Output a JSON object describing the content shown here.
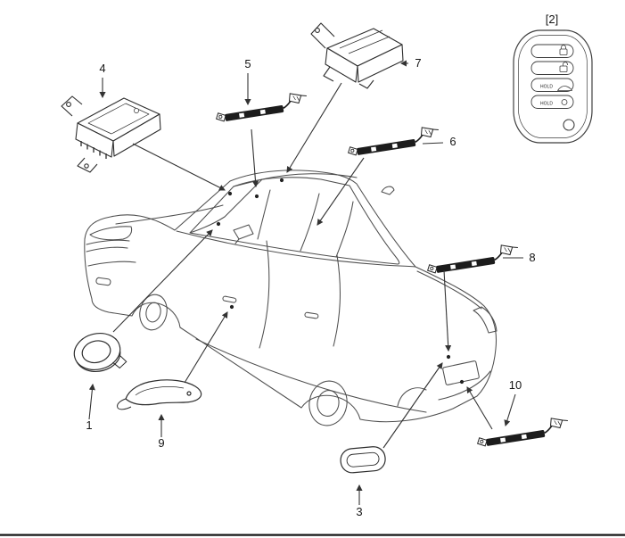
{
  "figure": {
    "background_color": "#ffffff",
    "car_line_color": "#4f4f4f",
    "component_line_color": "#2d2d2d",
    "leader_line_color": "#333333",
    "callout_labels": {
      "item1": "1",
      "item2": "[2]",
      "item3": "3",
      "item4": "4",
      "item5": "5",
      "item6": "6",
      "item7": "7",
      "item8": "8",
      "item9": "9",
      "item10": "10"
    },
    "key_fob": {
      "button3_text": "HOLD",
      "button4_text": "HOLD"
    }
  }
}
